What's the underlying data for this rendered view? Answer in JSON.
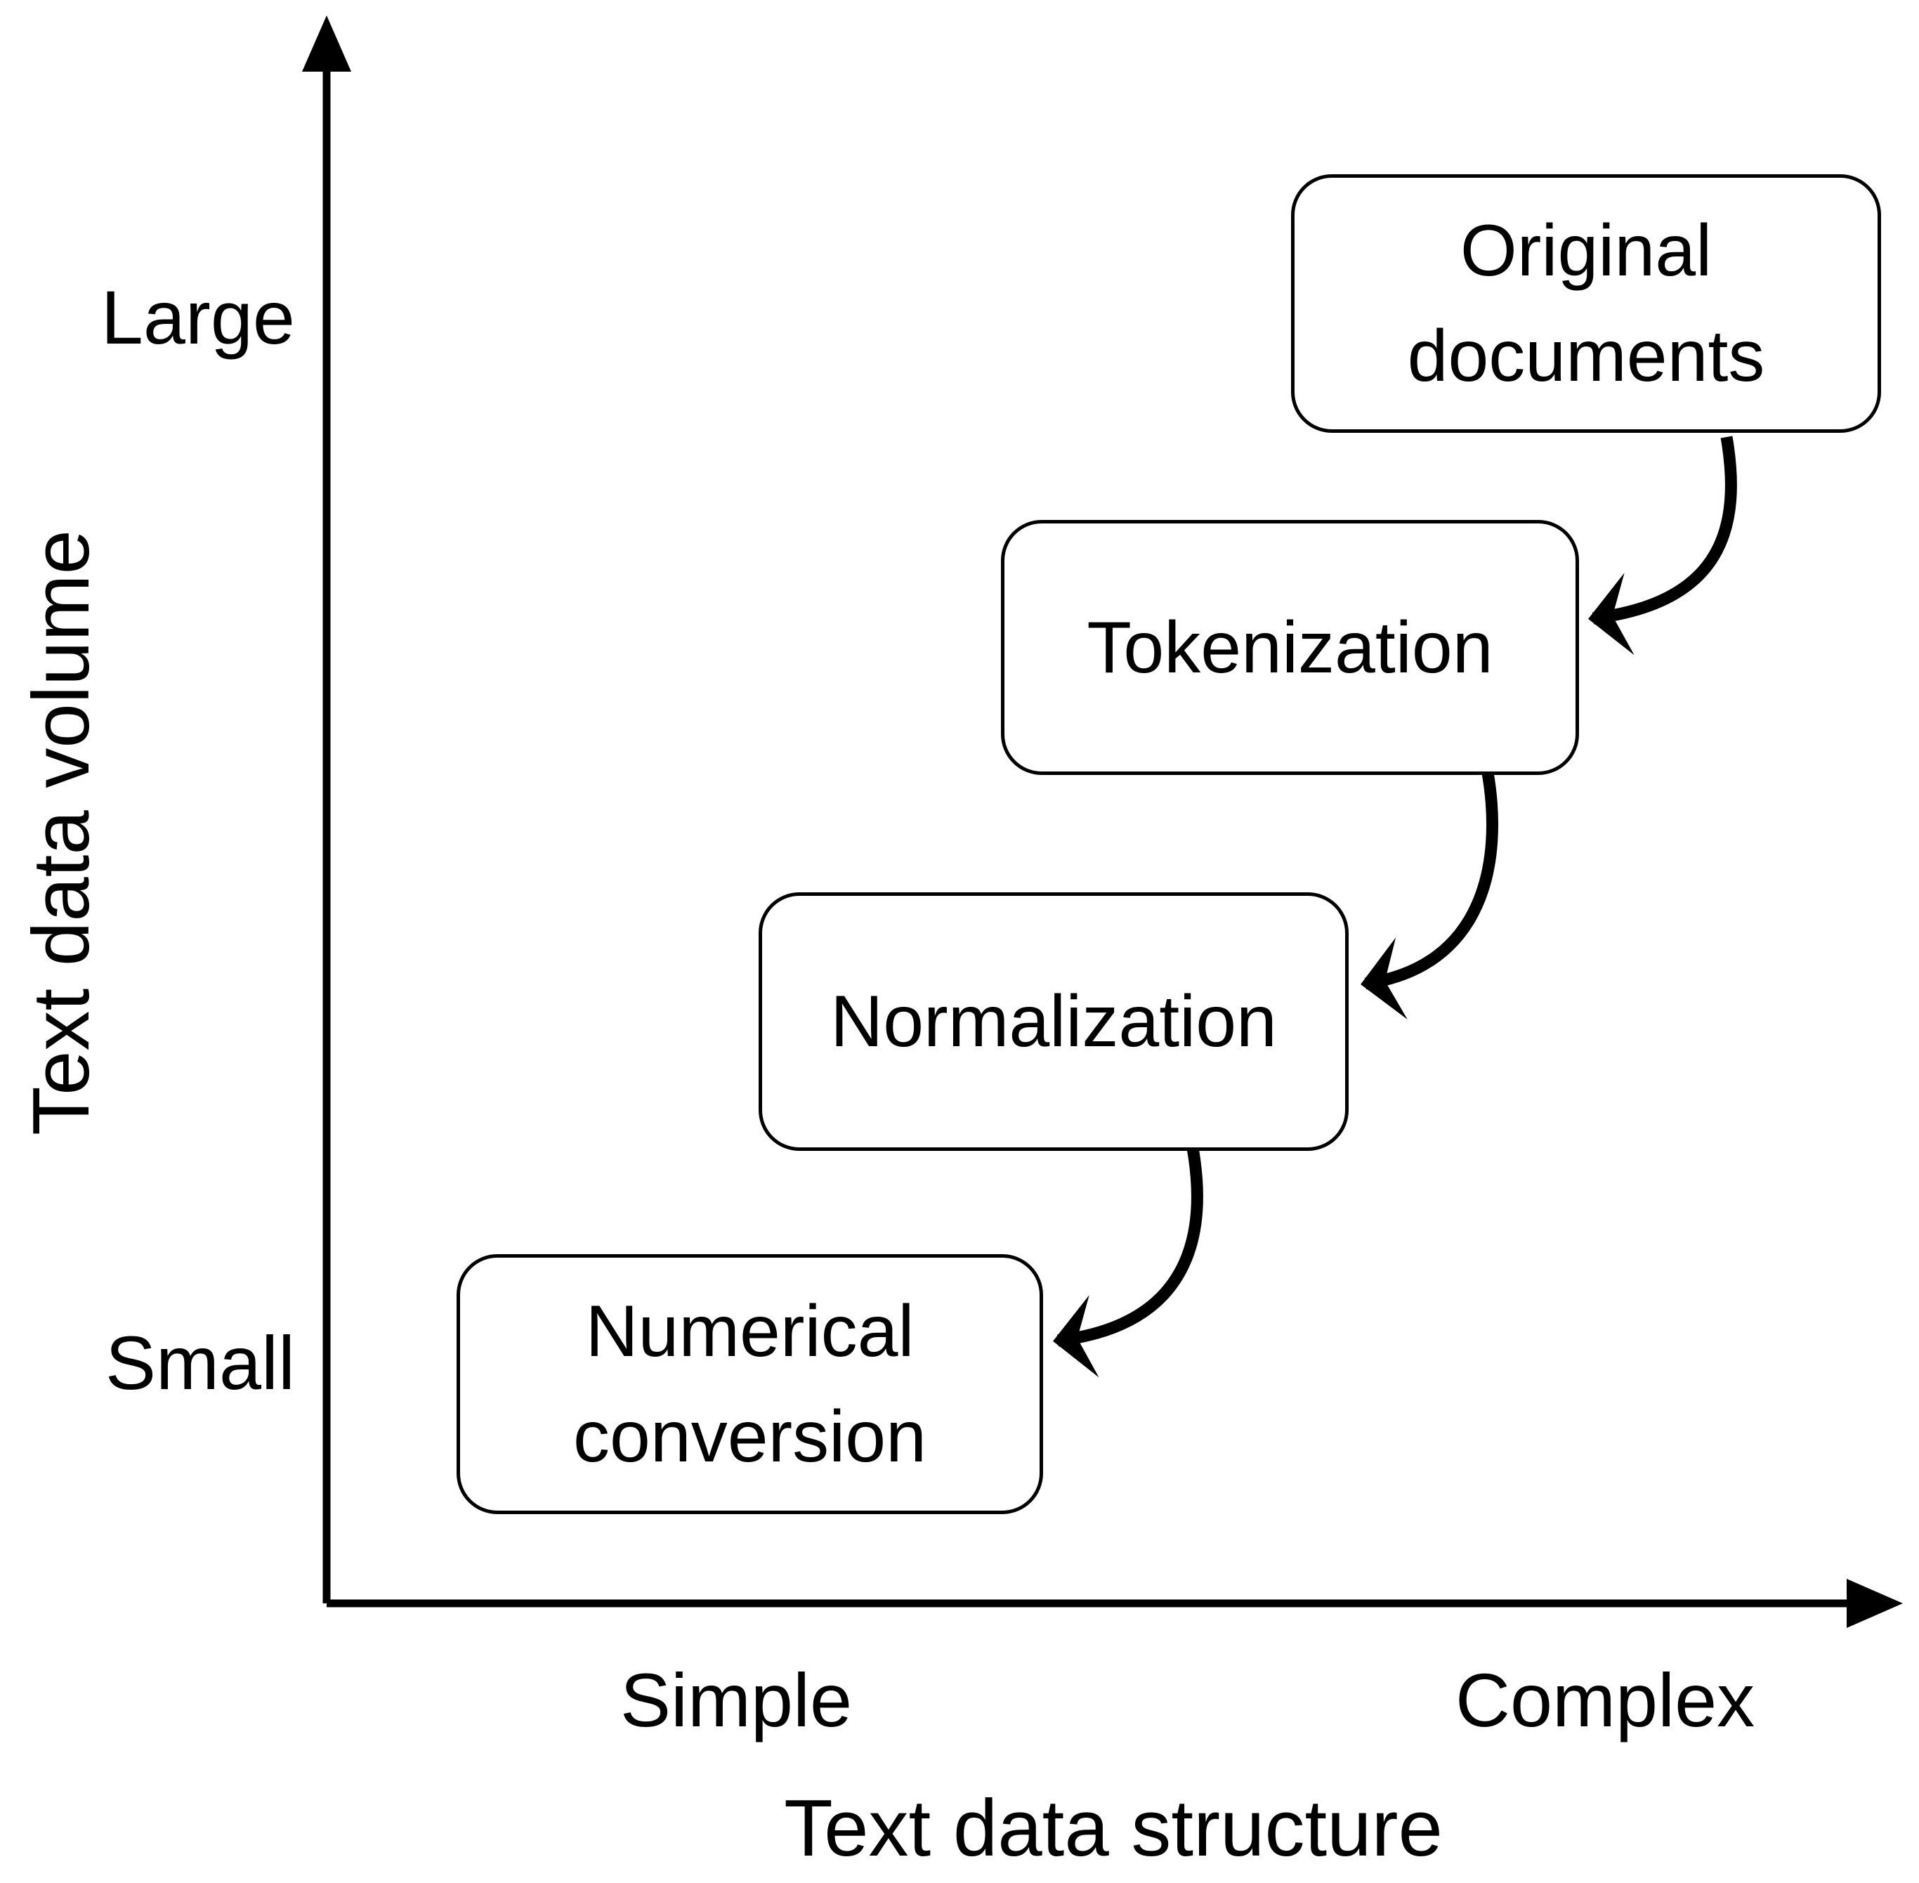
{
  "figure": {
    "type": "concept-diagram",
    "background_color": "#ffffff",
    "stroke_color": "#000000",
    "text_color": "#000000",
    "y_axis": {
      "title": "Text data volume",
      "tick_top": "Large",
      "tick_bottom": "Small"
    },
    "x_axis": {
      "title": "Text data structure",
      "tick_left": "Simple",
      "tick_right": "Complex"
    },
    "nodes": [
      {
        "id": "original-documents",
        "label_line1": "Original",
        "label_line2": "documents"
      },
      {
        "id": "tokenization",
        "label_line1": "Tokenization",
        "label_line2": ""
      },
      {
        "id": "normalization",
        "label_line1": "Normalization",
        "label_line2": ""
      },
      {
        "id": "numerical-conversion",
        "label_line1": "Numerical",
        "label_line2": "conversion"
      }
    ],
    "edges": [
      {
        "from": "original-documents",
        "to": "tokenization"
      },
      {
        "from": "tokenization",
        "to": "normalization"
      },
      {
        "from": "normalization",
        "to": "numerical-conversion"
      }
    ]
  }
}
